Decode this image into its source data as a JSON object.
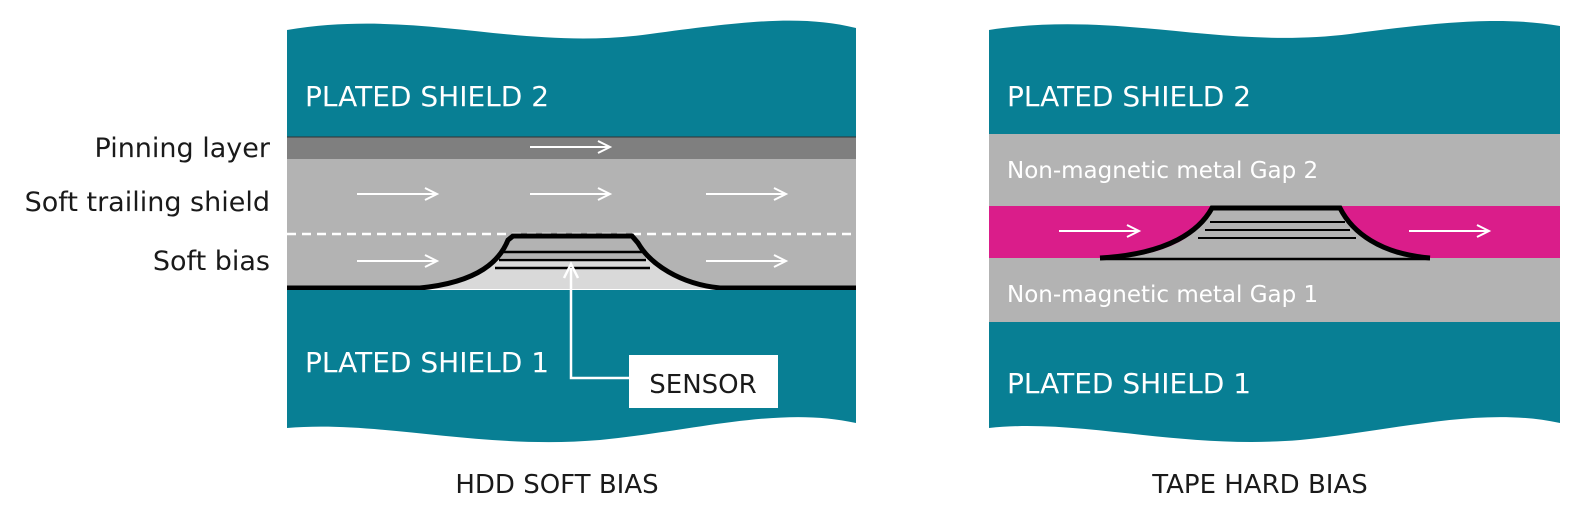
{
  "left_panel": {
    "shield_top": "PLATED SHIELD 2",
    "shield_bottom": "PLATED SHIELD 1",
    "sensor_label": "SENSOR",
    "caption": "HDD SOFT BIAS",
    "layer_labels": {
      "pinning": "Pinning layer",
      "soft_trailing": "Soft trailing shield",
      "soft_bias": "Soft bias"
    }
  },
  "right_panel": {
    "shield_top": "PLATED SHIELD 2",
    "shield_bottom": "PLATED SHIELD 1",
    "gap_top": "Non-magnetic metal Gap 2",
    "gap_bottom": "Non-magnetic metal Gap 1",
    "caption": "TAPE HARD BIAS"
  },
  "colors": {
    "shield": "#087f94",
    "pinning": "#7f7f7f",
    "soft_layer": "#b3b3b3",
    "sensor_gap": "#d9d9d9",
    "hard_bias": "#da1d8a",
    "outline": "#000000"
  }
}
